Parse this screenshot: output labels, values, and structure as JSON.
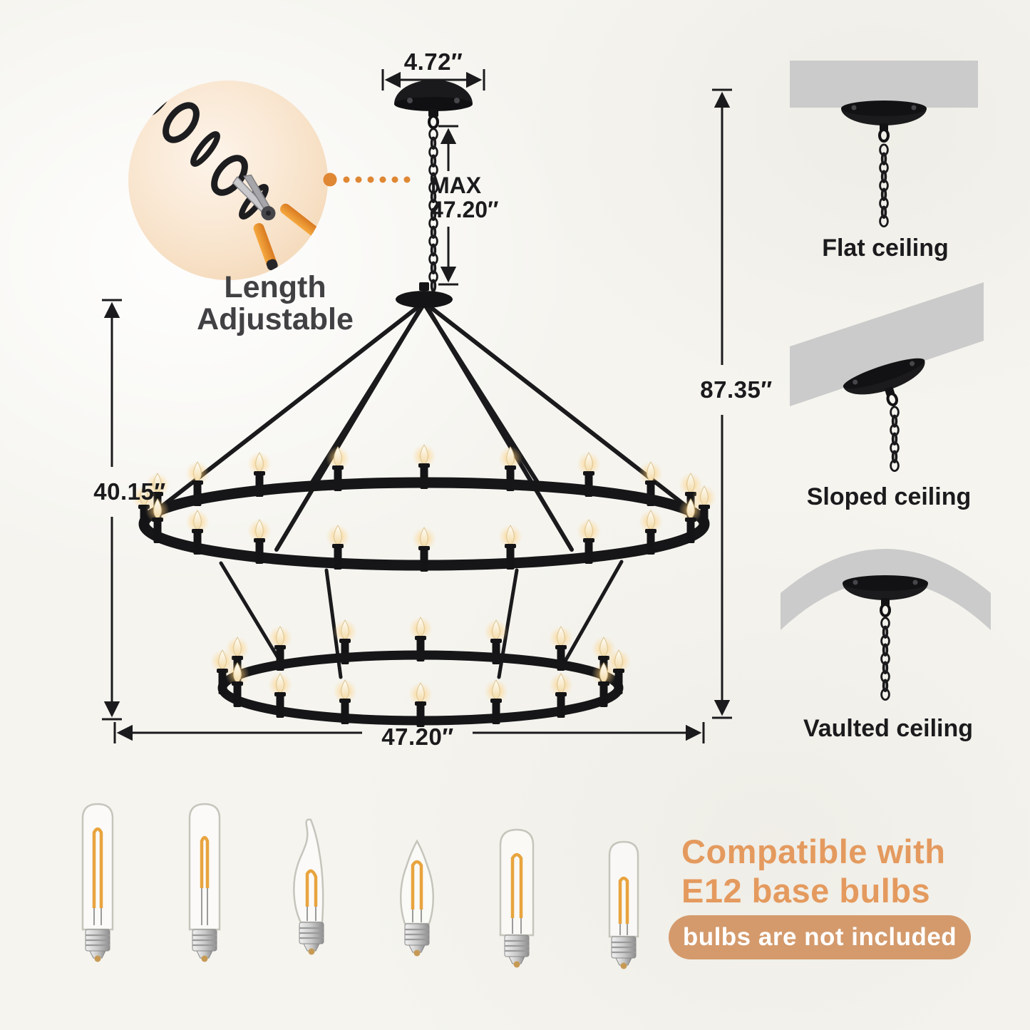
{
  "theme": {
    "background": "#f5f4ef",
    "ink": "#1b1b1d",
    "accent_orange": "#e49a5e",
    "pill_background": "#d49a6c",
    "pill_text": "#ffffff",
    "ceiling_gray": "#cbcbcb",
    "filament_amber": "#e8a43e",
    "glow_amber": "#ffc662"
  },
  "measurements": {
    "canopy_width": "4.72″",
    "chain_max_line1": "MAX",
    "chain_max_line2": "47.20″",
    "fixture_height": "40.15″",
    "total_height": "87.35″",
    "fixture_width": "47.20″"
  },
  "callouts": {
    "length_adjustable_line1": "Length",
    "length_adjustable_line2": "Adjustable"
  },
  "ceiling_types": [
    {
      "label": "Flat ceiling"
    },
    {
      "label": "Sloped ceiling"
    },
    {
      "label": "Vaulted ceiling"
    }
  ],
  "bulb_icons": [
    {
      "name": "t6-long-tubular-bulb-icon"
    },
    {
      "name": "t6-long-tubular-stem-bulb-icon"
    },
    {
      "name": "flame-tip-candelabra-bulb-icon"
    },
    {
      "name": "torpedo-candle-bulb-icon"
    },
    {
      "name": "t8-short-tubular-bulb-icon"
    },
    {
      "name": "t7-mini-tubular-bulb-icon"
    }
  ],
  "compatibility": {
    "heading_line1": "Compatible with",
    "heading_line2": "E12 base bulbs",
    "note": "bulbs are not included"
  }
}
